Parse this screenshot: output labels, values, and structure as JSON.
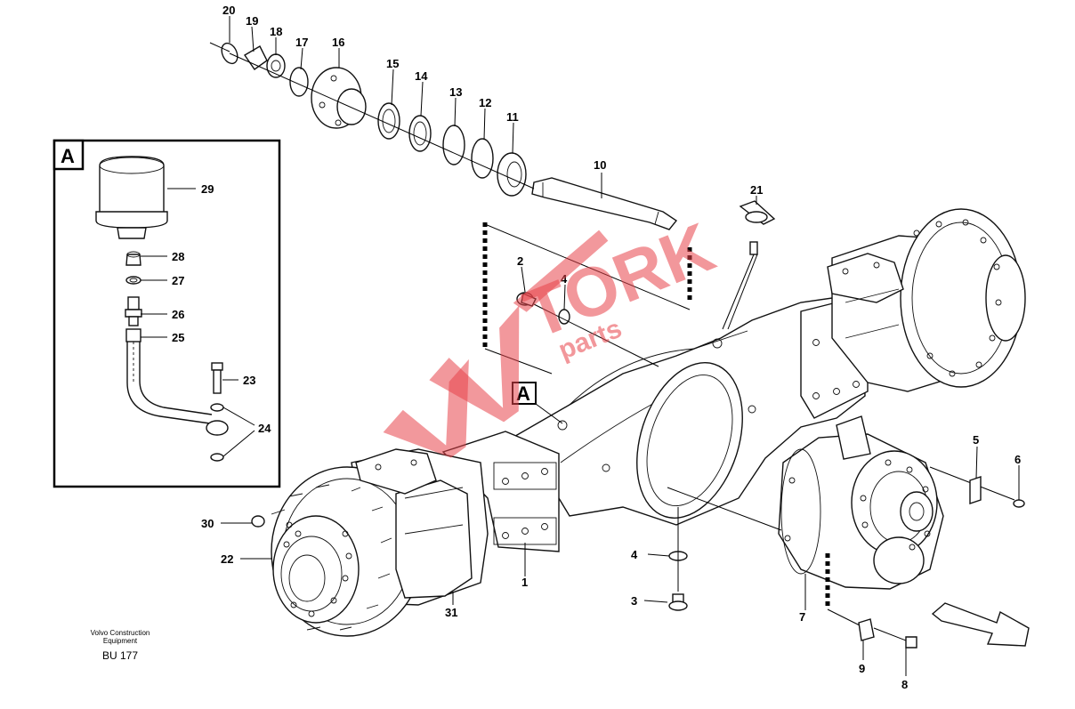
{
  "inset": {
    "label": "A"
  },
  "axle_marker": {
    "label": "A"
  },
  "callouts": {
    "c1": "1",
    "c2": "2",
    "c3": "3",
    "c4a": "4",
    "c4b": "4",
    "c5": "5",
    "c6": "6",
    "c7": "7",
    "c8": "8",
    "c9": "9",
    "c10": "10",
    "c11": "11",
    "c12": "12",
    "c13": "13",
    "c14": "14",
    "c15": "15",
    "c16": "16",
    "c17": "17",
    "c18": "18",
    "c19": "19",
    "c20": "20",
    "c21": "21",
    "c22": "22",
    "c23": "23",
    "c24": "24",
    "c25": "25",
    "c26": "26",
    "c27": "27",
    "c28": "28",
    "c29": "29",
    "c30": "30",
    "c31": "31"
  },
  "caption": {
    "line1": "Volvo Construction",
    "line2": "Equipment",
    "code": "BU 177"
  },
  "watermark": {
    "brand": "TORK",
    "sub": "parts"
  },
  "colors": {
    "watermark": "#e8434a",
    "ink": "#111111"
  }
}
